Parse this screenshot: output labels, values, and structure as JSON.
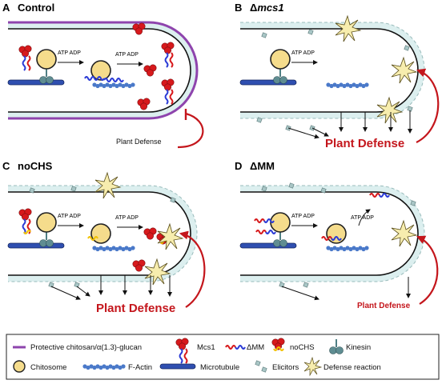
{
  "panels": {
    "A": {
      "letter": "A",
      "title": "Control",
      "atp": "ATP ADP",
      "defense": "Plant Defense"
    },
    "B": {
      "letter": "B",
      "title_prefix": "Δ",
      "title_italic": "mcs1",
      "atp": "ATP ADP",
      "defense": "Plant Defense"
    },
    "C": {
      "letter": "C",
      "title": "noCHS",
      "atp": "ATP ADP",
      "defense": "Plant Defense"
    },
    "D": {
      "letter": "D",
      "title": "ΔMM",
      "atp": "ATP ADP",
      "defense": "Plant Defense"
    }
  },
  "legend": {
    "chitosan": "Protective chitosan/α(1.3)-glucan",
    "mcs1": "Mcs1",
    "dmm": "ΔMM",
    "nochs": "noCHS",
    "kinesin": "Kinesin",
    "chitosome": "Chitosome",
    "factin": "F-Actin",
    "microtubule": "Microtubule",
    "elicitors": "Elicitors",
    "defense_reaction": "Defense reaction"
  },
  "colors": {
    "chitosan": "#8e44ad",
    "wall_fill": "#dcefef",
    "chitosome": "#f5dc8c",
    "mcs1_red": "#d7191c",
    "coil_blue": "#2b3bd6",
    "nochs_yellow": "#f2c200",
    "microtubule": "#2f4fb0",
    "factin": "#4a79c9",
    "defense_red": "#c4161c",
    "kinesin": "#4f7f84",
    "elicitor": "#a8c5c5"
  }
}
